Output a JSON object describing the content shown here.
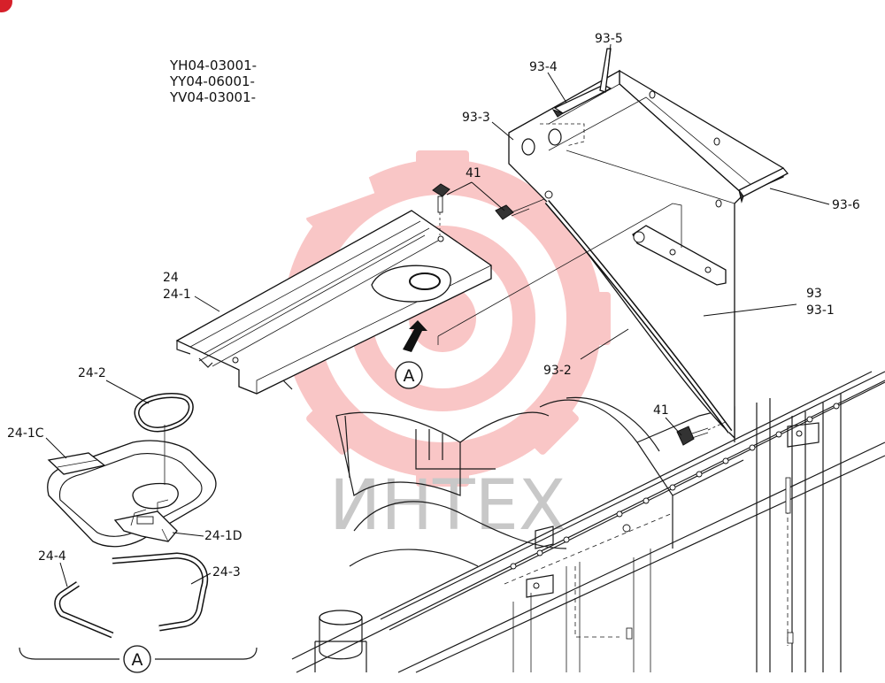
{
  "serials": [
    "YH04-03001-",
    "YY04-06001-",
    "YV04-03001-"
  ],
  "watermark": "ИНТЕХ",
  "detail_marker": "A",
  "detail_marker_bottom": "A",
  "labels": {
    "p93_5": "93-5",
    "p93_4": "93-4",
    "p93_3": "93-3",
    "p93_6": "93-6",
    "p41_top": "41",
    "p24": "24",
    "p24_1": "24-1",
    "p93": "93",
    "p93_1": "93-1",
    "p93_2": "93-2",
    "p41_bottom": "41",
    "p24_2": "24-2",
    "p24_1C": "24-1C",
    "p24_1D": "24-1D",
    "p24_3": "24-3",
    "p24_4": "24-4"
  },
  "colors": {
    "line": "#1a1a1a",
    "watermark_gear": "#f7b3b3",
    "corner_badge": "#d6202a"
  }
}
